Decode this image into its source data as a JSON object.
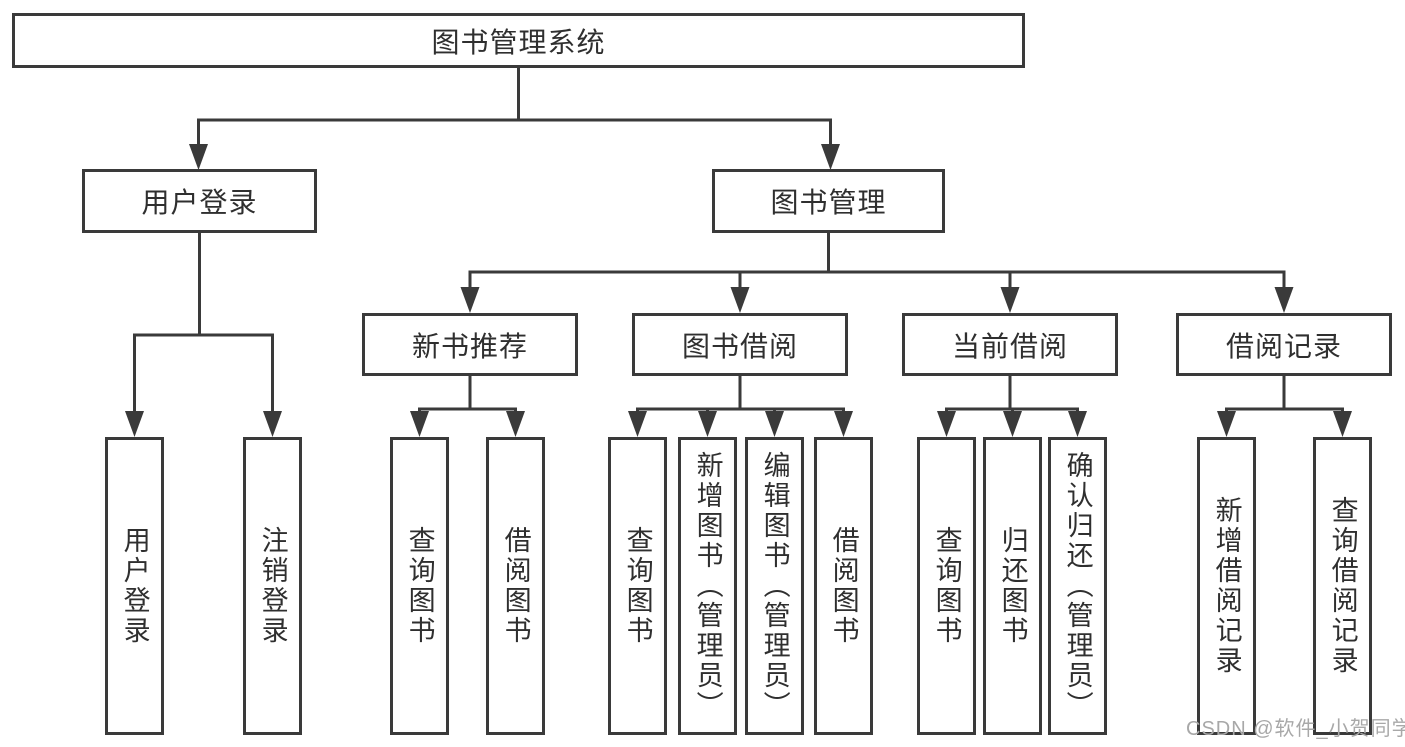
{
  "colors": {
    "line": "#3a3a3a",
    "text": "#2f2f2f",
    "watermark": "#a8a8a8"
  },
  "watermark": "CSDN @软件_小贺同学",
  "tree": {
    "root": "图书管理系统",
    "user_login": {
      "label": "用户登录",
      "children": {
        "login": "用户登录",
        "logout": "注销登录"
      }
    },
    "book_mgmt": {
      "label": "图书管理",
      "new_books": {
        "label": "新书推荐",
        "children": {
          "query": "查询图书",
          "borrow": "借阅图书"
        }
      },
      "book_borrow": {
        "label": "图书借阅",
        "children": {
          "query": "查询图书",
          "add": "新增图书（管理员）",
          "edit": "编辑图书（管理员）",
          "borrow": "借阅图书"
        }
      },
      "current_borrow": {
        "label": "当前借阅",
        "children": {
          "query": "查询图书",
          "return": "归还图书",
          "confirm": "确认归还（管理员）"
        }
      },
      "borrow_records": {
        "label": "借阅记录",
        "children": {
          "add": "新增借阅记录",
          "query": "查询借阅记录"
        }
      }
    }
  }
}
